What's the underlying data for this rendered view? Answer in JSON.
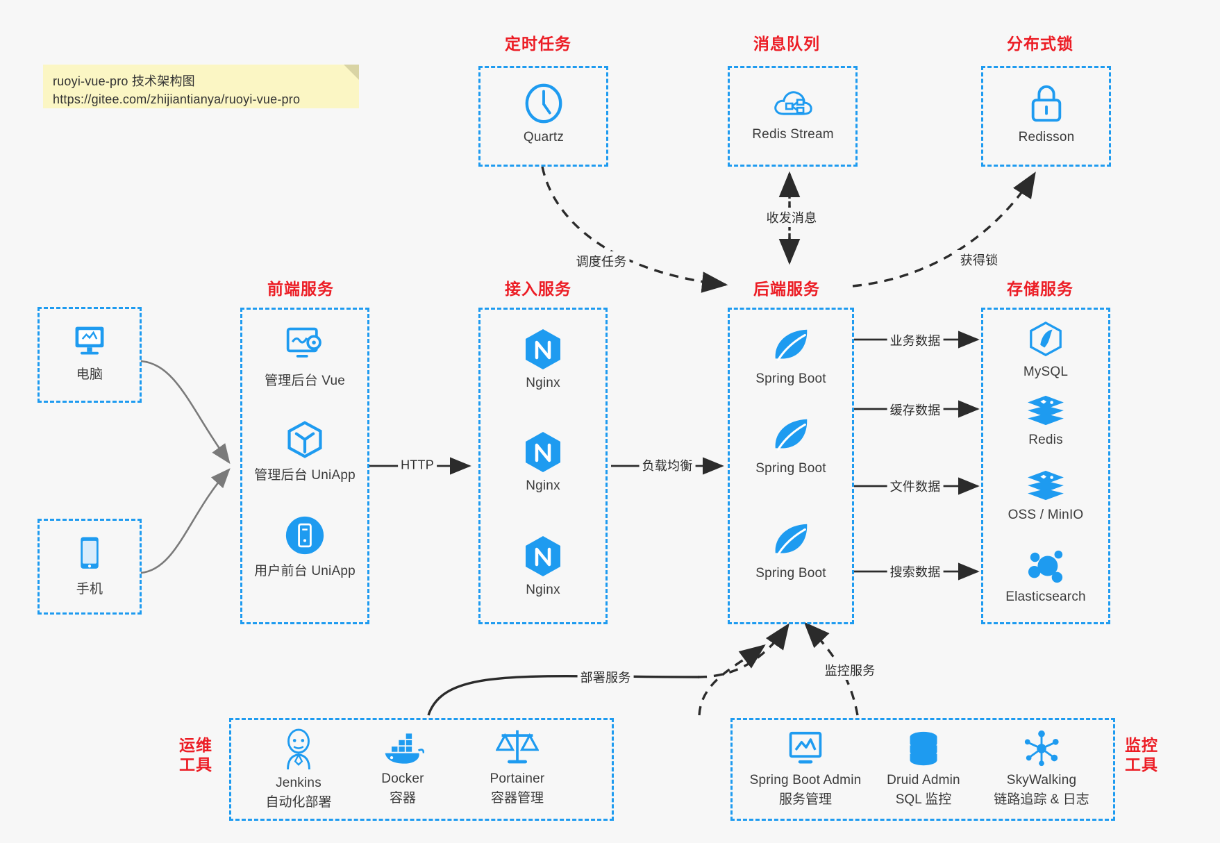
{
  "note": {
    "line1": "ruoyi-vue-pro 技术架构图",
    "line2": "https://gitee.com/zhijiantianya/ruoyi-vue-pro"
  },
  "colors": {
    "accent_blue": "#1e9bf0",
    "title_red": "#ec1c24",
    "background": "#f7f7f7",
    "note_yellow": "#fbf6c4",
    "edge_gray": "#2b2b2b",
    "text_gray": "#3b3b3b"
  },
  "groups": {
    "scheduled_task": {
      "title": "定时任务"
    },
    "message_queue": {
      "title": "消息队列"
    },
    "distributed_lock": {
      "title": "分布式锁"
    },
    "frontend": {
      "title": "前端服务"
    },
    "gateway": {
      "title": "接入服务"
    },
    "backend": {
      "title": "后端服务"
    },
    "storage": {
      "title": "存储服务"
    },
    "devops": {
      "title_line1": "运维",
      "title_line2": "工具"
    },
    "monitor": {
      "title_line1": "监控",
      "title_line2": "工具"
    }
  },
  "clients": [
    {
      "label": "电脑",
      "icon": "desktop-computer-icon"
    },
    {
      "label": "手机",
      "icon": "mobile-phone-icon"
    }
  ],
  "scheduled_task_nodes": [
    {
      "label": "Quartz",
      "icon": "clock-icon"
    }
  ],
  "message_queue_nodes": [
    {
      "label": "Redis Stream",
      "icon": "cloud-stream-icon"
    }
  ],
  "distributed_lock_nodes": [
    {
      "label": "Redisson",
      "icon": "padlock-icon"
    }
  ],
  "frontend_nodes": [
    {
      "label": "管理后台 Vue",
      "icon": "dashboard-gear-icon"
    },
    {
      "label": "管理后台 UniApp",
      "icon": "cube-icon"
    },
    {
      "label": "用户前台 UniApp",
      "icon": "mobile-circle-icon"
    }
  ],
  "gateway_nodes": [
    {
      "label": "Nginx",
      "icon": "nginx-icon"
    },
    {
      "label": "Nginx",
      "icon": "nginx-icon"
    },
    {
      "label": "Nginx",
      "icon": "nginx-icon"
    }
  ],
  "backend_nodes": [
    {
      "label": "Spring Boot",
      "icon": "spring-boot-icon"
    },
    {
      "label": "Spring Boot",
      "icon": "spring-boot-icon"
    },
    {
      "label": "Spring Boot",
      "icon": "spring-boot-icon"
    }
  ],
  "storage_nodes": [
    {
      "label": "MySQL",
      "icon": "mysql-dolphin-icon"
    },
    {
      "label": "Redis",
      "icon": "redis-stack-icon"
    },
    {
      "label": "OSS / MinIO",
      "icon": "object-storage-icon"
    },
    {
      "label": "Elasticsearch",
      "icon": "elasticsearch-icon"
    }
  ],
  "devops_nodes": [
    {
      "label": "Jenkins",
      "sub": "自动化部署",
      "icon": "jenkins-butler-icon"
    },
    {
      "label": "Docker",
      "sub": "容器",
      "icon": "docker-whale-icon"
    },
    {
      "label": "Portainer",
      "sub": "容器管理",
      "icon": "scales-icon"
    }
  ],
  "monitor_nodes": [
    {
      "label": "Spring Boot Admin",
      "sub": "服务管理",
      "icon": "monitor-chart-icon"
    },
    {
      "label": "Druid Admin",
      "sub": "SQL 监控",
      "icon": "database-icon"
    },
    {
      "label": "SkyWalking",
      "sub": "链路追踪 & 日志",
      "icon": "network-nodes-icon"
    }
  ],
  "edge_labels": {
    "http": "HTTP",
    "load_balance": "负载均衡",
    "schedule_task": "调度任务",
    "send_receive_message": "收发消息",
    "acquire_lock": "获得锁",
    "business_data": "业务数据",
    "cache_data": "缓存数据",
    "file_data": "文件数据",
    "search_data": "搜索数据",
    "deploy_service": "部署服务",
    "monitor_service": "监控服务"
  }
}
